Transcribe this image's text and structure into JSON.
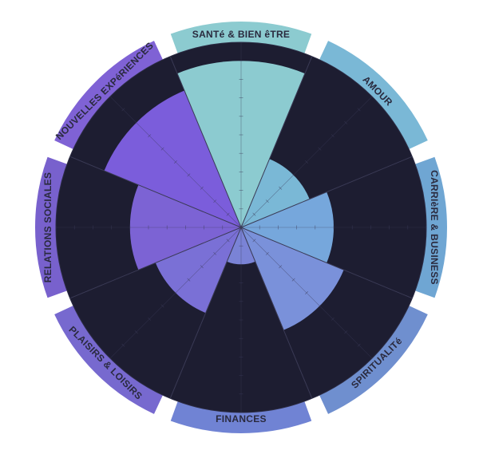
{
  "chart_data": {
    "type": "polar-area",
    "rlim": [
      0,
      10
    ],
    "categories": [
      "SANTé & BIEN êTRE",
      "AMOUR",
      "CARRIèRE & BUSINESS",
      "SPIRITUALITé",
      "FINANCES",
      "PLAISIRS & LOISIRS",
      "RELATIONS SOCIALES",
      "NOUVELLES EXPéRIENCES"
    ],
    "values": [
      9,
      4,
      5,
      6,
      2,
      5,
      6,
      8
    ],
    "colors": [
      "#8ccbd0",
      "#7ab8d6",
      "#76a7dc",
      "#7a91da",
      "#7a83d6",
      "#7a70d6",
      "#7c63d4",
      "#7b5ddb"
    ],
    "tab_colors": [
      "#8ccbd0",
      "#7ab8d6",
      "#6fa6d3",
      "#6f8fcf",
      "#7083d4",
      "#7769cf",
      "#7861cd",
      "#7f62d5"
    ],
    "background_color": "#1d1d31",
    "grid": true
  }
}
